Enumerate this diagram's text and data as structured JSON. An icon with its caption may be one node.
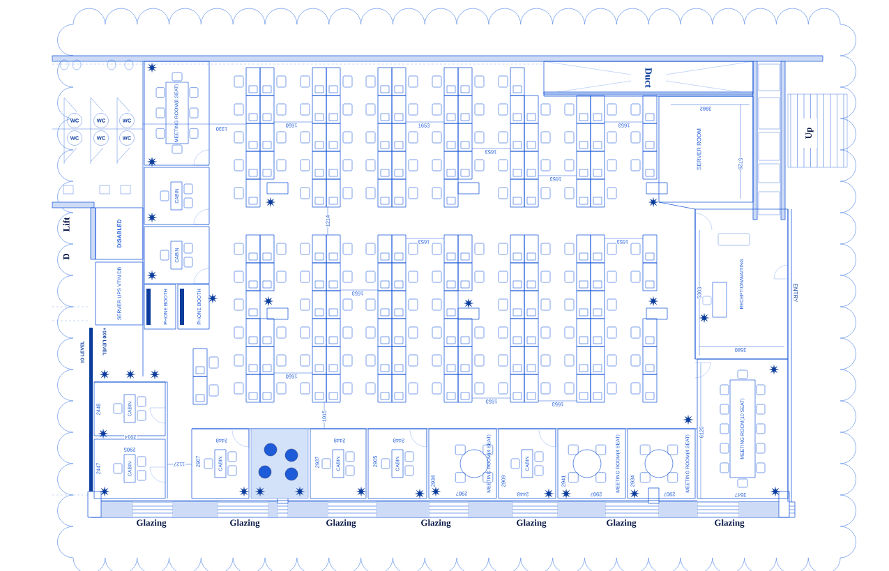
{
  "diagram": {
    "nodes": [
      {
        "text": [
          "MEETING ROOM(8 SEAT)"
        ]
      },
      {
        "text": [
          "CABIN"
        ]
      },
      {
        "text": [
          "CABIN"
        ]
      },
      {
        "text": [
          "PHONE BOOTH"
        ]
      },
      {
        "text": [
          "PHONE BOOTH"
        ]
      },
      {
        "text": [
          "DISABLED"
        ]
      },
      {
        "text": [
          "SERVER UPS VTIN DB"
        ]
      },
      {
        "text": [
          "Duct"
        ]
      },
      {
        "text": [
          "SERVER ROOM"
        ]
      },
      {
        "text": [
          "RECEPTION/WAITING"
        ]
      },
      {
        "text": [
          "MEETING ROOM(10 SEAT)"
        ]
      },
      {
        "text": [
          "CABIN"
        ]
      },
      {
        "text": [
          "CABIN"
        ]
      },
      {
        "text": [
          "CABIN"
        ]
      },
      {
        "text": [
          "CABIN"
        ]
      },
      {
        "text": [
          "CABIN"
        ]
      },
      {
        "text": [
          "MEETING ROOM(4 SEAT)"
        ]
      },
      {
        "text": [
          "CABIN"
        ]
      },
      {
        "text": [
          "MEETING ROOM(4 SEAT)"
        ]
      },
      {
        "text": [
          "MEETING ROOM(4 SEAT)"
        ]
      }
    ],
    "labels": [
      "WC",
      "WC",
      "WC",
      "WC",
      "WC",
      "WC",
      "1330",
      "1650",
      "1653",
      "1653",
      "1653",
      "1653",
      "3982",
      "5729",
      "Up",
      "Lift",
      "D",
      "1214",
      "1653",
      "1653",
      "1653",
      "5303",
      "ENTRY",
      "±0 LEVEL",
      "+100 LEVEL",
      "3580",
      "1650",
      "1653",
      "1653",
      "2448",
      "1015",
      "6120",
      "2914",
      "2448",
      "2448",
      "2448",
      "2905",
      "2907",
      "2937",
      "2905",
      "2934",
      "2909",
      "2941",
      "2934",
      "2447",
      "1127",
      "2907",
      "2448",
      "2907",
      "2907",
      "3547",
      "Glazing",
      "Glazing",
      "Glazing",
      "Glazing",
      "Glazing",
      "Glazing",
      "Glazing"
    ]
  }
}
